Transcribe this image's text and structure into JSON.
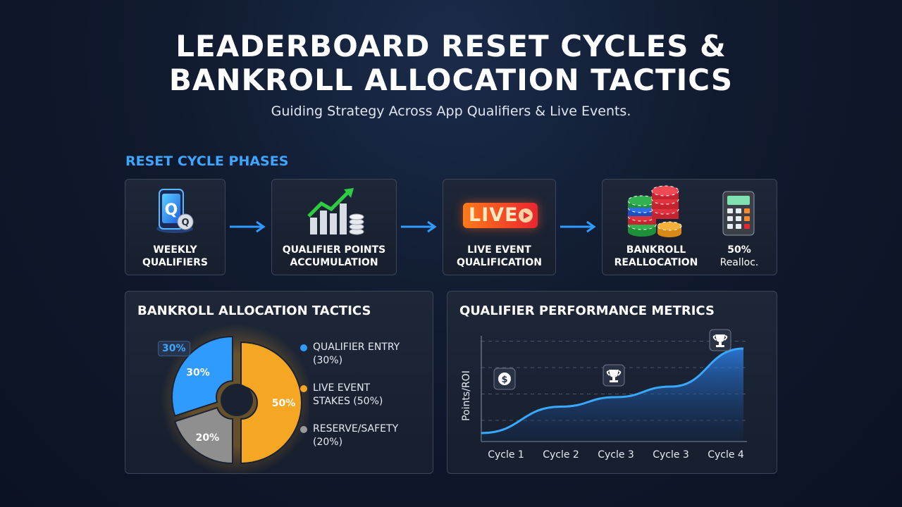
{
  "header": {
    "title_line1": "LEADERBOARD RESET CYCLES &",
    "title_line2": "BANKROLL ALLOCATION TACTICS",
    "subtitle": "Guiding Strategy Across App Qualifiers & Live Events."
  },
  "phases": {
    "section_label": "RESET CYCLE PHASES",
    "items": [
      {
        "line1": "WEEKLY",
        "line2": "QUALIFIERS",
        "icon": "phone-q-icon"
      },
      {
        "line1": "QUALIFIER POINTS",
        "line2": "ACCUMULATION",
        "icon": "growth-chart-icon"
      },
      {
        "line1": "LIVE EVENT",
        "line2": "QUALIFICATION",
        "icon": "live-badge-icon",
        "badge_text": "LIVE"
      },
      {
        "line1": "BANKROLL",
        "line2": "REALLOCATION",
        "icon": "poker-chips-icon"
      }
    ],
    "realloc": {
      "value": "50%",
      "label": "Realloc.",
      "icon": "calculator-icon"
    }
  },
  "allocation": {
    "title": "BANKROLL ALLOCATION TACTICS",
    "callout": "30%",
    "legend": [
      {
        "line1": "QUALIFIER ENTRY",
        "line2": "(30%)",
        "color": "#2f9bff"
      },
      {
        "line1": "LIVE EVENT",
        "line2": "STAKES (50%)",
        "color": "#f5a623"
      },
      {
        "line1": "RESERVE/SAFETY",
        "line2": "(20%)",
        "color": "#9a9a9a"
      }
    ]
  },
  "metrics": {
    "title": "QUALIFIER PERFORMANCE METRICS"
  },
  "chart_data": [
    {
      "type": "pie",
      "categories": [
        "Qualifier Entry",
        "Live Event Stakes",
        "Reserve/Safety"
      ],
      "values": [
        30,
        50,
        20
      ],
      "labels": [
        "30%",
        "50%",
        "20%"
      ],
      "colors": [
        "#2f9bff",
        "#f5a623",
        "#8f8f8f"
      ]
    },
    {
      "type": "area",
      "title": "QUALIFIER PERFORMANCE METRICS",
      "ylabel": "Points/ROI",
      "categories": [
        "Cycle 1",
        "Cycle 2",
        "Cycle 3",
        "Cycle 3",
        "Cycle 4"
      ],
      "values": [
        0.08,
        0.33,
        0.42,
        0.52,
        0.88
      ],
      "grid": true,
      "markers": [
        {
          "category_index": 0.3,
          "icon": "dollar-icon"
        },
        {
          "category_index": 2.0,
          "icon": "trophy-icon"
        },
        {
          "category_index": 3.9,
          "icon": "trophy-icon"
        }
      ]
    }
  ]
}
